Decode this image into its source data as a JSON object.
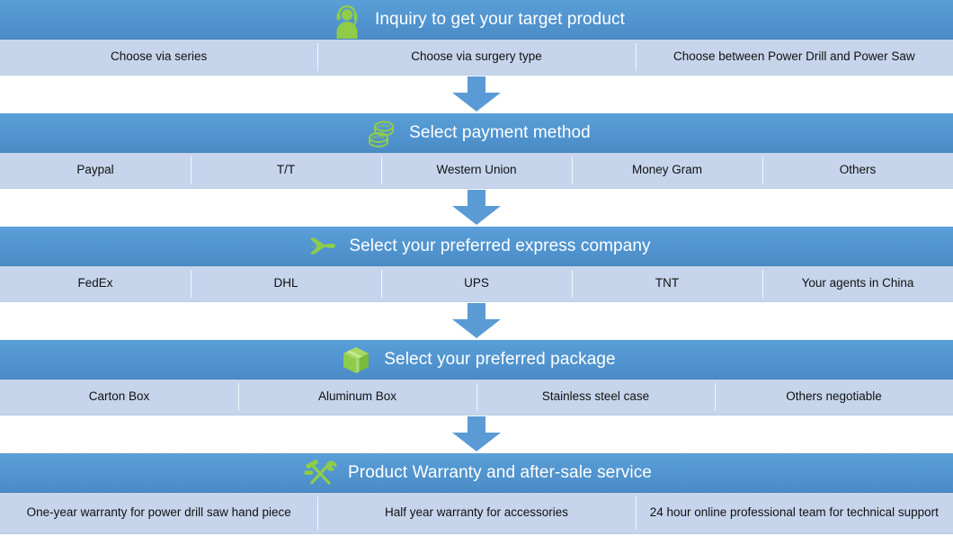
{
  "theme": {
    "header_blue": "#5194cf",
    "option_row_blue": "#c6d5ec",
    "icon_green": "#8fcc4a",
    "arrow_blue": "#5b9bd5",
    "text_dark": "#111111",
    "title_white": "#ffffff",
    "page_background": "#ffffff"
  },
  "flow": {
    "type": "vertical-process-flow",
    "step_count": 5,
    "connector_icon": "down-arrow-icon",
    "steps": [
      {
        "id": "inquiry",
        "icon": "customer-support-headset-icon",
        "title": "Inquiry to get your target product",
        "options": [
          "Choose via series",
          "Choose via surgery type",
          "Choose  between Power Drill and Power Saw"
        ]
      },
      {
        "id": "payment",
        "icon": "coins-stack-icon",
        "title": "Select payment method",
        "options": [
          "Paypal",
          "T/T",
          "Western Union",
          "Money Gram",
          "Others"
        ]
      },
      {
        "id": "express",
        "icon": "airplane-icon",
        "title": "Select your preferred express company",
        "options": [
          "FedEx",
          "DHL",
          "UPS",
          "TNT",
          "Your agents in China"
        ]
      },
      {
        "id": "package",
        "icon": "package-box-icon",
        "title": "Select your preferred package",
        "options": [
          "Carton Box",
          "Aluminum Box",
          "Stainless steel case",
          "Others negotiable"
        ]
      },
      {
        "id": "warranty",
        "icon": "hammer-wrench-tools-icon",
        "title": "Product Warranty and after-sale service",
        "options": [
          "One-year warranty for power drill saw hand piece",
          "Half year warranty for accessories",
          "24 hour online professional team for technical support"
        ]
      }
    ]
  }
}
